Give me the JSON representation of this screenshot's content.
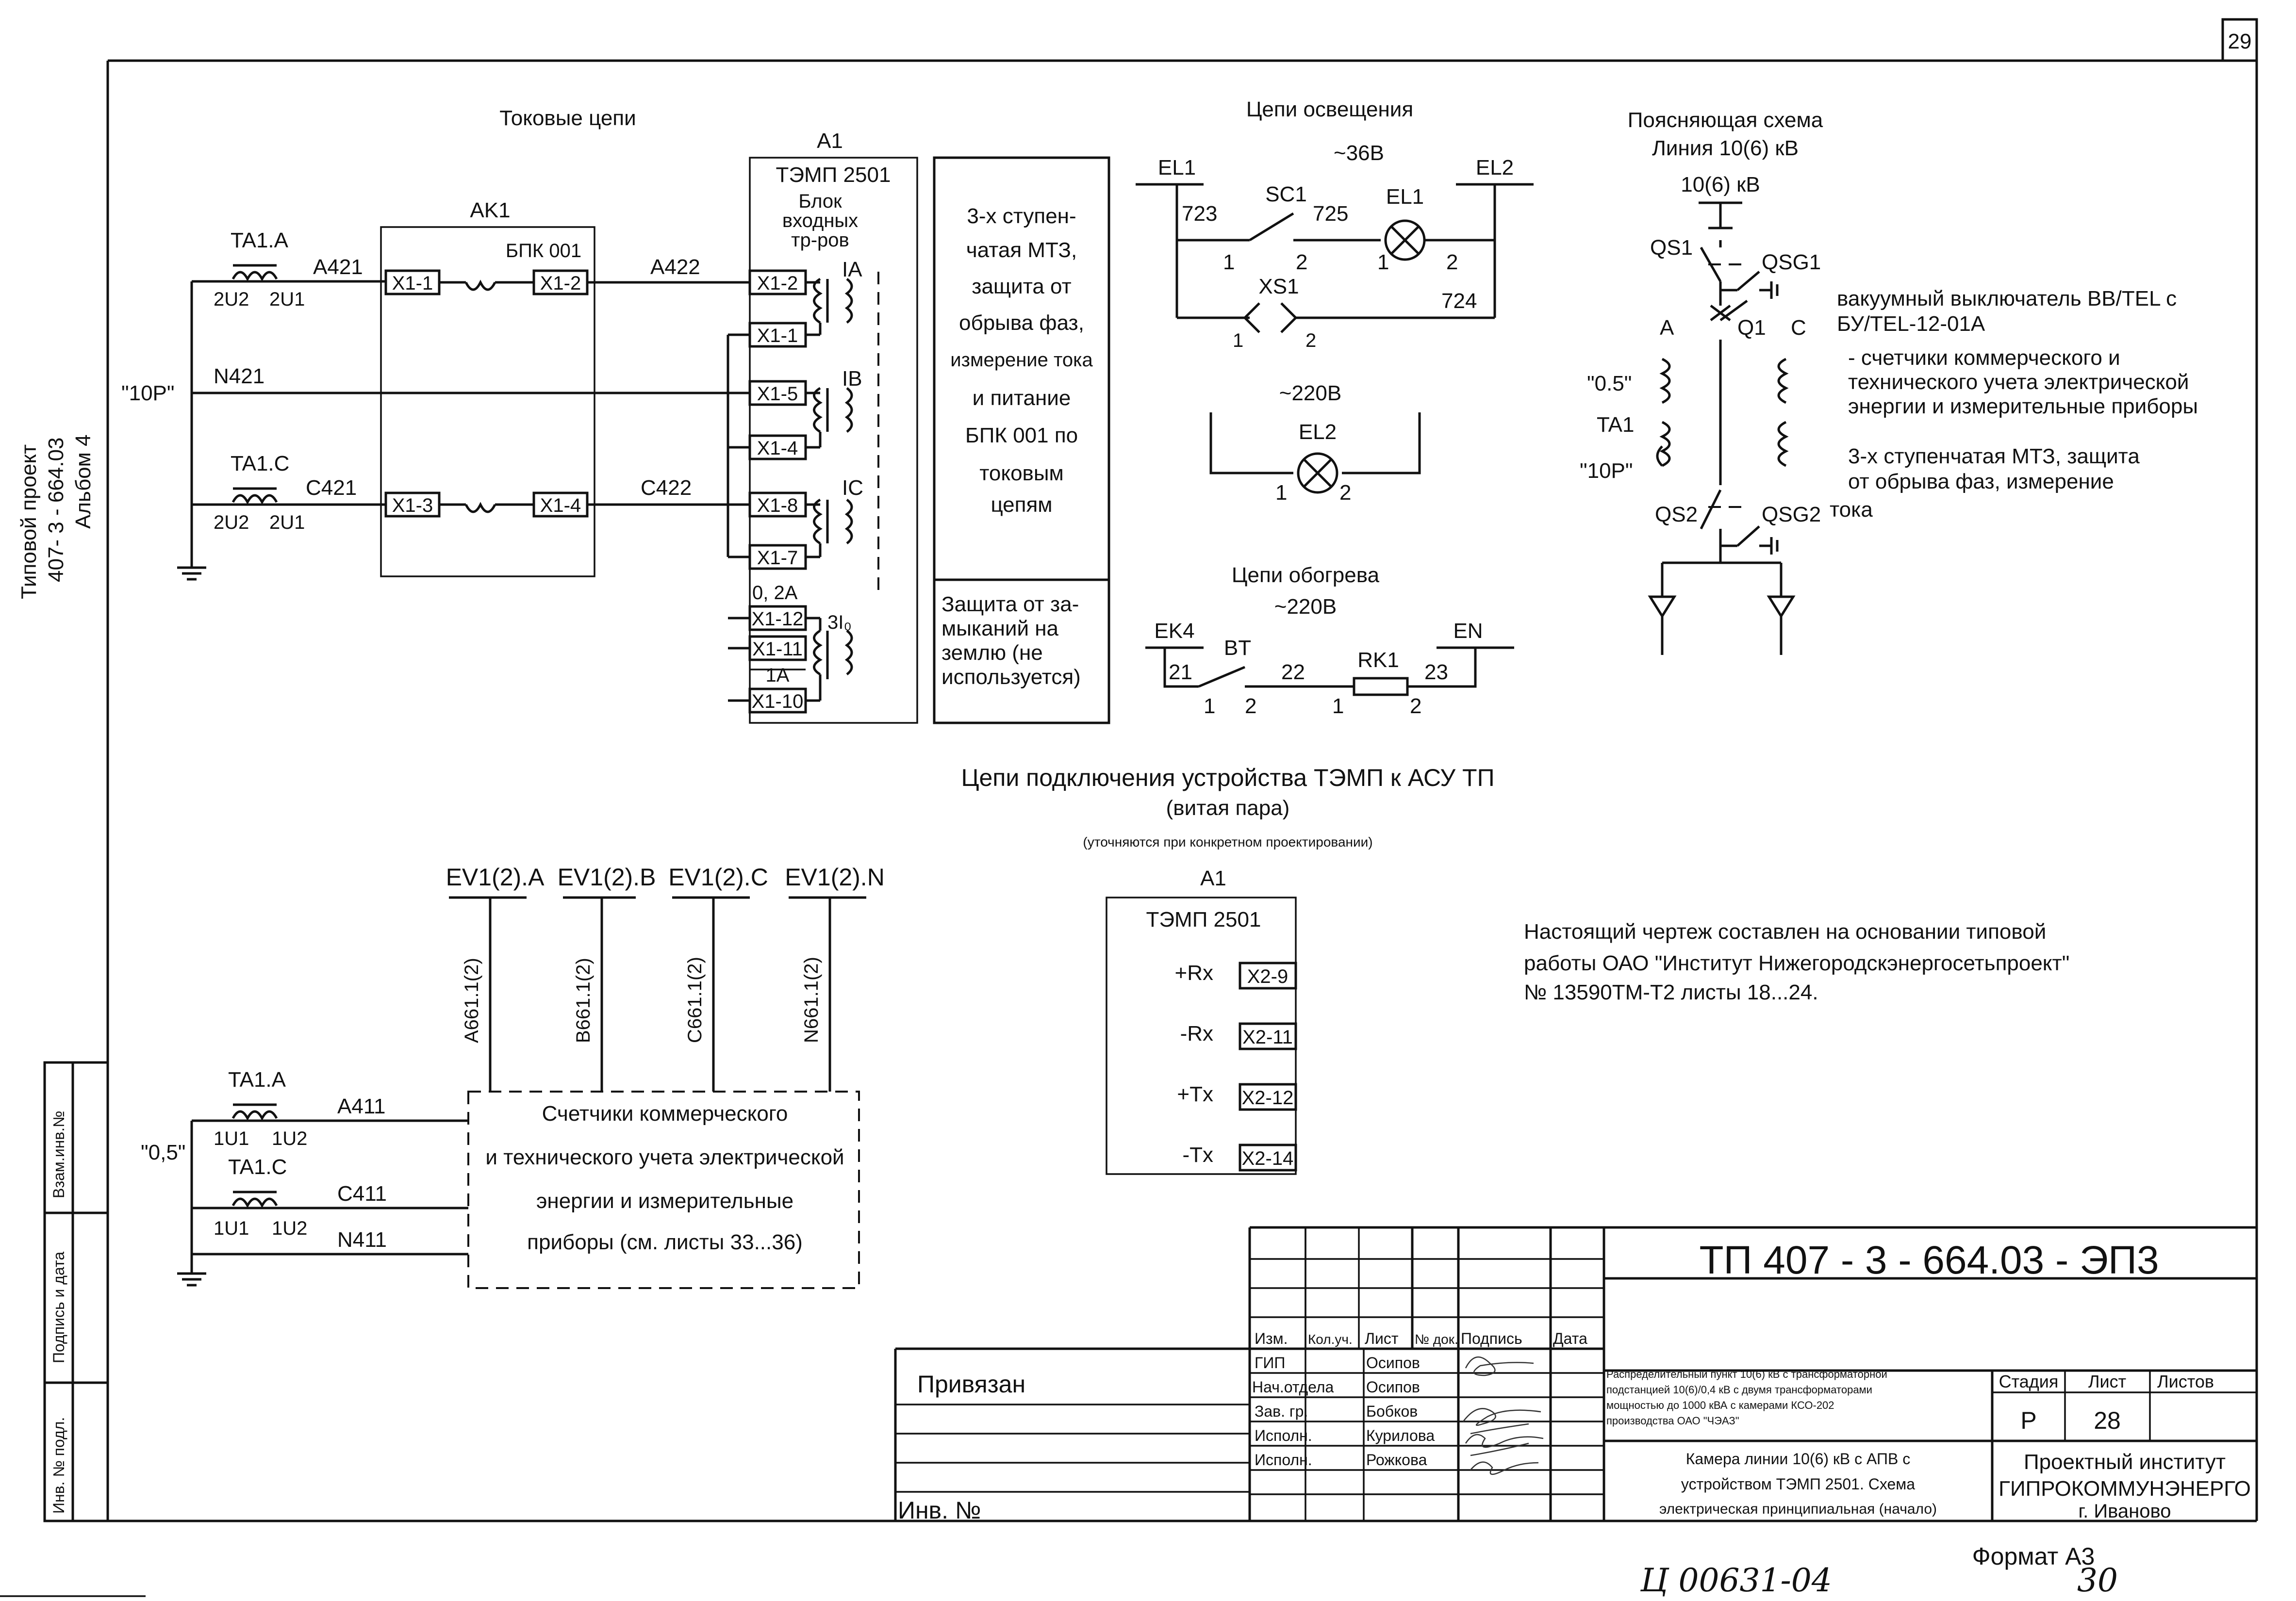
{
  "page_number": "29",
  "side": {
    "line1": "Типовой проект",
    "line2": "407- 3 - 664.03",
    "line3": "Альбом 4"
  },
  "stamp_left": {
    "c1": "Взам.инв.№",
    "c2": "Подпись и дата",
    "c3": "Инв. № подл."
  },
  "current": {
    "title": "Токовые цепи",
    "ak1": "AK1",
    "bpk": "БПК 001",
    "ta1a": "TA1.A",
    "ta1c": "TA1.C",
    "a421": "A421",
    "a422": "A422",
    "c421": "C421",
    "c422": "C422",
    "n421": "N421",
    "p10": "\"10P\"",
    "u2u2": "2U2",
    "u2u1": "2U1",
    "x11": "X1-1",
    "x12": "X1-2",
    "x13": "X1-3",
    "x14": "X1-4"
  },
  "a1": {
    "label": "A1",
    "name": "ТЭМП 2501",
    "blok1": "Блок",
    "blok2": "входных",
    "blok3": "тр-ров",
    "t": [
      "X1-2",
      "X1-1",
      "X1-5",
      "X1-4",
      "X1-8",
      "X1-7"
    ],
    "ia": "IA",
    "ib": "IB",
    "ic": "IC",
    "i02a": "0, 2A",
    "x112": "X1-12",
    "x111": "X1-11",
    "i1a": "1A",
    "x110": "X1-10",
    "i3": "3I₀"
  },
  "mtz": {
    "l1": "3-х ступен-",
    "l2": "чатая МТЗ,",
    "l3": "защита от",
    "l4": "обрыва фаз,",
    "l5": "измерение тока",
    "l6": "и питание",
    "l7": "БПК 001 по",
    "l8": "токовым",
    "l9": "цепям",
    "z1": "Защита от за-",
    "z2": "мыканий на",
    "z3": "землю (не",
    "z4": "используется)"
  },
  "light": {
    "title": "Цепи освещения",
    "v36": "~36B",
    "el1": "EL1",
    "el2": "EL2",
    "sc1": "SC1",
    "xs1": "XS1",
    "n723": "723",
    "n725": "725",
    "n724": "724",
    "v220": "~220B",
    "one": "1",
    "two": "2"
  },
  "heat": {
    "title": "Цепи обогрева",
    "v220": "~220B",
    "ek4": "EK4",
    "bt": "BT",
    "rk1": "RK1",
    "en": "EN",
    "n21": "21",
    "n22": "22",
    "n23": "23"
  },
  "explain": {
    "title1": "Поясняющая схема",
    "title2": "Линия 10(6) кВ",
    "kv": "10(6) кВ",
    "qs1": "QS1",
    "qsg1": "QSG1",
    "q1": "Q1",
    "a": "A",
    "c": "C",
    "p05": "\"0.5\"",
    "ta1": "TA1",
    "p10": "\"10P\"",
    "qs2": "QS2",
    "qsg2": "QSG2",
    "n1": "вакуумный выключатель BB/TEL с",
    "n2": "БУ/TEL-12-01A",
    "n3": "- счетчики коммерческого и",
    "n4": "технического учета электрической",
    "n5": "энергии и измерительные приборы",
    "n6": "3-х ступенчатая МТЗ, защита",
    "n7": "от обрыва фаз, измерение",
    "n8": "тока"
  },
  "asu": {
    "title1": "Цепи подключения устройства ТЭМП к АСУ ТП",
    "title2": "(витая пара)",
    "title3": "(уточняются при конкретном проектировании)",
    "a1": "A1",
    "name": "ТЭМП 2501",
    "rows": [
      {
        "sig": "+Rx",
        "term": "X2-9"
      },
      {
        "sig": "-Rx",
        "term": "X2-11"
      },
      {
        "sig": "+Tx",
        "term": "X2-12"
      },
      {
        "sig": "-Tx",
        "term": "X2-14"
      }
    ]
  },
  "note": {
    "l1": "Настоящий чертеж составлен на основании  типовой",
    "l2": "работы ОАО \"Институт Нижегородскэнергосетьпроект\"",
    "l3": "№ 13590ТМ-Т2 листы 18...24."
  },
  "meters": {
    "ev": [
      "EV1(2).A",
      "EV1(2).B",
      "EV1(2).C",
      "EV1(2).N"
    ],
    "wires": [
      "A661.1(2)",
      "B661.1(2)",
      "C661.1(2)",
      "N661.1(2)"
    ],
    "ta1a": "TA1.A",
    "ta1c": "TA1.C",
    "a411": "A411",
    "c411": "C411",
    "n411": "N411",
    "p05": "\"0,5\"",
    "u1": "1U1",
    "u2": "1U2",
    "b1": "Счетчики коммерческого",
    "b2": "и технического учета электрической",
    "b3": "энергии и измерительные",
    "b4": "приборы (см.  листы 33...36)"
  },
  "title_block": {
    "code": "ТП  407 - 3 - 664.03 - ЭП3",
    "privyazan": "Привязан",
    "inv": "Инв. №",
    "hdr": [
      "Изм.",
      "Кол.уч.",
      "Лист",
      "№ док.",
      "Подпись",
      "Дата"
    ],
    "people": [
      {
        "role": "ГИП",
        "name": "Осипов"
      },
      {
        "role": "Нач.отдела",
        "name": "Осипов"
      },
      {
        "role": "Зав. гр.",
        "name": "Бобков"
      },
      {
        "role": "Исполн.",
        "name": "Курилова"
      },
      {
        "role": "Исполн.",
        "name": "Рожкова"
      }
    ],
    "desc1": "Распределительный пункт 10(6) кВ с трансформаторной",
    "desc2": "подстанцией 10(6)/0,4 кВ с двумя трансформаторами",
    "desc3": "мощностью до 1000 кВА с камерами КСО-202",
    "desc4": "производства ОАО \"ЧЭАЗ\"",
    "sheet1": "Камера линии 10(6) кВ с АПВ с",
    "sheet2": "устройством ТЭМП 2501. Схема",
    "sheet3": "электрическая принципиальная (начало)",
    "stadia": "Стадия",
    "list": "Лист",
    "listov": "Листов",
    "stadia_val": "P",
    "list_val": "28",
    "inst1": "Проектный институт",
    "inst2": "ГИПРОКОММУНЭНЕРГО",
    "inst3": "г. Иваново"
  },
  "format": "Формат А3",
  "handwritten": "Ц 00631-04",
  "handwritten2": "30"
}
